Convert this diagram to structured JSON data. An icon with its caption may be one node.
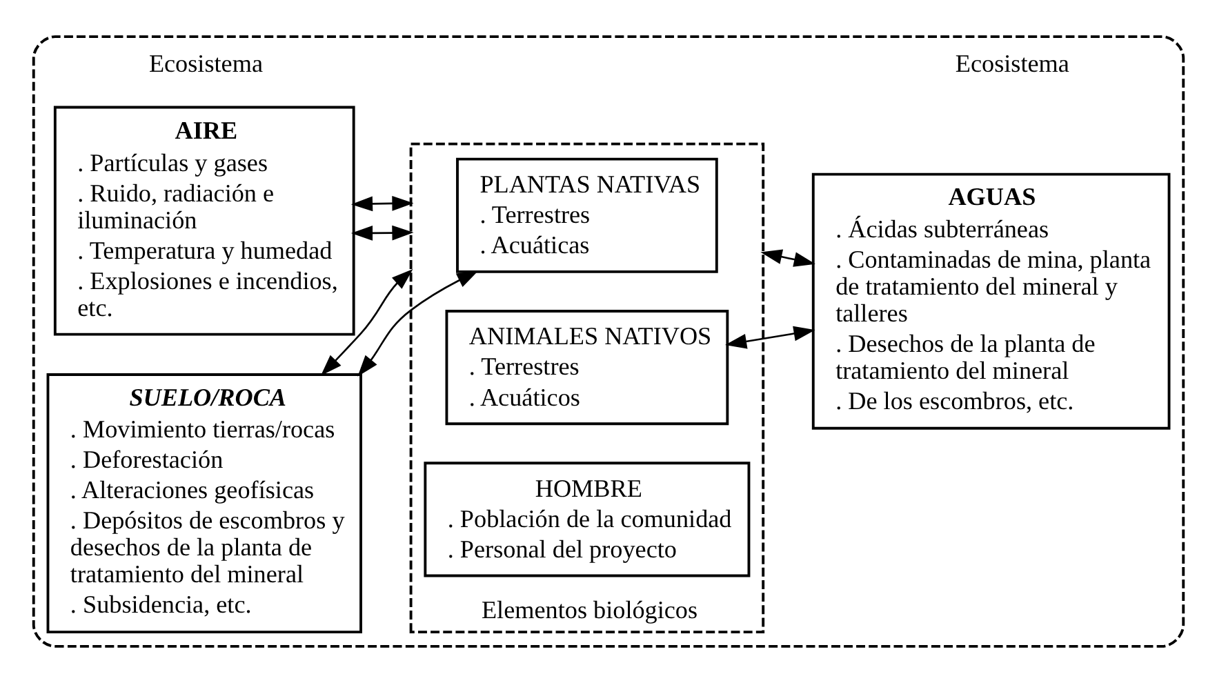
{
  "diagram": {
    "nodes": [
      {
        "text": [
          "Ecosistema",
          "Ecosistema"
        ]
      },
      {
        "text": [
          "AIRE",
          ". Partículas y gases",
          ". Ruido, radiación e iluminación",
          ". Temperatura y humedad",
          ". Explosiones e incendios, etc."
        ],
        "in": 0
      },
      {
        "text": [
          "SUELO/ROCA",
          ". Movimiento tierras/rocas",
          ". Deforestación",
          ". Alteraciones geofísicas",
          ". Depósitos de escombros y desechos de la planta de tratamiento del mineral",
          ". Subsidencia, etc."
        ],
        "in": 0
      },
      {
        "text": [
          "Elementos biológicos"
        ],
        "in": 0
      },
      {
        "text": [
          "PLANTAS NATIVAS",
          ". Terrestres",
          ". Acuáticas"
        ],
        "in": 3
      },
      {
        "text": [
          "ANIMALES NATIVOS",
          ". Terrestres",
          ". Acuáticos"
        ],
        "in": 3
      },
      {
        "text": [
          "HOMBRE",
          ". Población de la comunidad",
          ". Personal del proyecto"
        ],
        "in": 3
      },
      {
        "text": [
          "AGUAS",
          ". Ácidas subterráneas",
          ". Contaminadas de mina, planta de tratamiento del mineral y talleres",
          ". Desechos de la planta de tratamiento del mineral",
          ". De los escombros, etc."
        ],
        "in": 0
      }
    ],
    "edges": [
      {
        "from": 1,
        "to": 3,
        "arrow": "both"
      },
      {
        "from": 1,
        "to": 3,
        "arrow": "both"
      },
      {
        "from": 2,
        "to": 4,
        "arrow": "both"
      },
      {
        "from": 2,
        "to": 3,
        "arrow": "both"
      },
      {
        "from": 5,
        "to": 7,
        "arrow": "both"
      },
      {
        "from": 3,
        "to": 7,
        "arrow": "both"
      }
    ]
  }
}
